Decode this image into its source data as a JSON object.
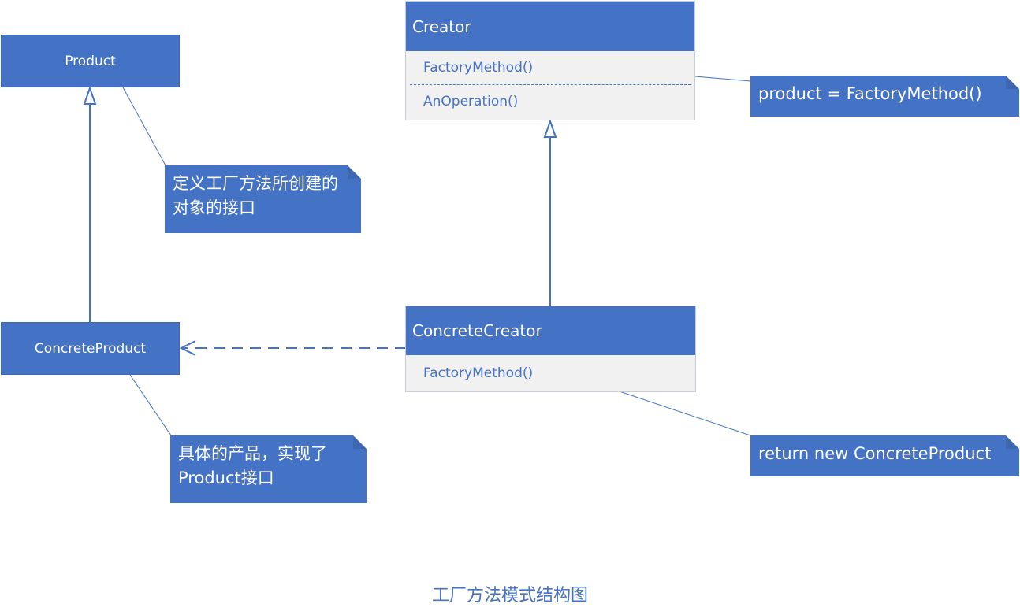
{
  "product": {
    "label": "Product"
  },
  "concrete_product": {
    "label": "ConcreteProduct"
  },
  "creator": {
    "title": "Creator",
    "methods": [
      "FactoryMethod()",
      "AnOperation()"
    ]
  },
  "concrete_creator": {
    "title": "ConcreteCreator",
    "methods": [
      "FactoryMethod()"
    ]
  },
  "notes": {
    "product_note": "定义工厂方法所创建的对象的接口",
    "concrete_product_note": "具体的产品，实现了Product接口",
    "creator_note": "product = FactoryMethod()",
    "concrete_creator_note": "return new ConcreteProduct"
  },
  "caption": "工厂方法模式结构图",
  "colors": {
    "accent": "#4472c4",
    "panel": "#f1f1f1"
  }
}
